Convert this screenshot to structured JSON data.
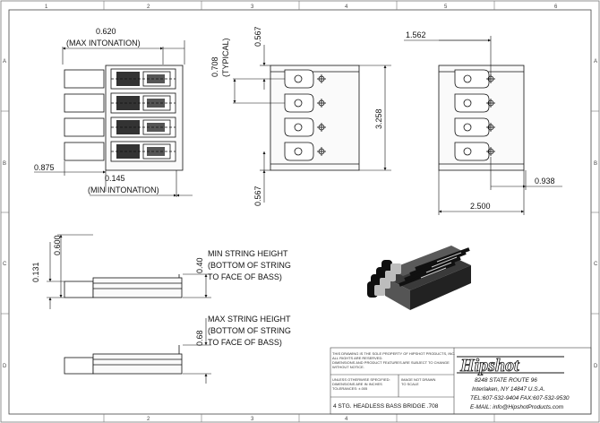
{
  "zones": {
    "columns": [
      "1",
      "2",
      "3",
      "4",
      "5",
      "6"
    ],
    "rows": [
      "A",
      "B",
      "C",
      "D"
    ]
  },
  "dimensions": {
    "max_intonation_value": "0.620",
    "max_intonation_label": "(MAX INTONATION)",
    "min_intonation_value": "0.145",
    "min_intonation_label": "(MIN INTONATION)",
    "left_offset": "0.875",
    "string_spacing_value": "0.708",
    "string_spacing_label": "(TYPICAL)",
    "edge_top": "0.567",
    "edge_bottom": "0.567",
    "overall_height": "3.258",
    "right_top": "1.562",
    "right_side": "0.938",
    "overall_width": "2.500",
    "base_height": "0.131",
    "body_height": "0.600",
    "min_string_height": "0.40",
    "max_string_height": "0.68"
  },
  "notes": {
    "min_string": [
      "MIN STRING HEIGHT",
      "(BOTTOM OF STRING",
      "TO FACE OF BASS)"
    ],
    "max_string": [
      "MAX STRING HEIGHT",
      "(BOTTOM OF STRING",
      "TO FACE OF BASS)"
    ]
  },
  "title_block": {
    "property_notice": [
      "THIS DRAWING IS THE SOLE PROPERTY OF HIPSHOT PRODUCTS, INC.",
      "ALL RIGHTS ARE RESERVED.",
      "DIMENSIONS AND PRODUCT FEATURES ARE SUBJECT TO CHANGE",
      "WITHOUT NOTICE."
    ],
    "unless_specified": [
      "UNLESS OTHERWISE SPECIFIED:",
      "DIMENSIONS ARE IN INCHES",
      "TOLERANCES: ±.005"
    ],
    "scale_note": [
      "IMAGE NOT DRAWN",
      "TO SCALE"
    ],
    "part_title": "4 STG. HEADLESS BASS BRIDGE .708",
    "company_logo": "Hipshot",
    "address_lines": [
      "8248 STATE ROUTE 96",
      "Interlaken, NY 14847 U.S.A.",
      "TEL:607-532-9404 FAX:607-532-9530",
      "E-MAIL: info@HipshotProducts.com"
    ]
  }
}
